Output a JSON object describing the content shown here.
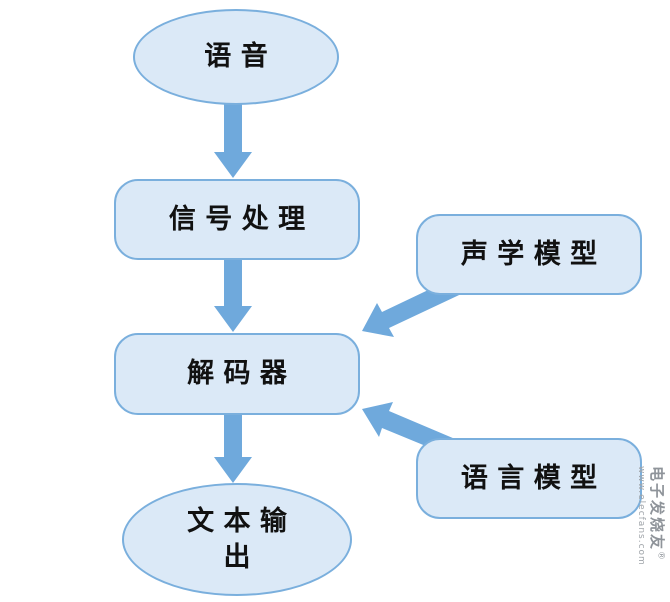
{
  "diagram": {
    "title_semantic": "speech-recognition-flowchart",
    "nodes": {
      "speech": {
        "label": "语 音",
        "shape": "ellipse"
      },
      "signal": {
        "label": "信 号 处 理",
        "shape": "rounded-rect"
      },
      "acoustic": {
        "label": "声 学 模 型",
        "shape": "rounded-rect"
      },
      "decoder": {
        "label": "解 码 器",
        "shape": "rounded-rect"
      },
      "language": {
        "label": "语 言 模 型",
        "shape": "rounded-rect"
      },
      "output": {
        "label": "文 本 输 出",
        "shape": "ellipse"
      }
    },
    "edges": [
      {
        "from": "speech",
        "to": "decoder-via-signal",
        "desc": "speech to signal processing"
      },
      {
        "from": "signal",
        "to": "decoder",
        "desc": "signal processing to decoder"
      },
      {
        "from": "acoustic",
        "to": "decoder",
        "desc": "acoustic model to decoder"
      },
      {
        "from": "language",
        "to": "decoder",
        "desc": "language model to decoder"
      },
      {
        "from": "decoder",
        "to": "output",
        "desc": "decoder to text output"
      }
    ],
    "colors": {
      "node_fill": "#dbe9f7",
      "node_border": "#7aafdd",
      "arrow": "#6fa9dc",
      "text": "#111111"
    }
  },
  "watermark": {
    "brand": "电子发烧友",
    "reg": "®",
    "url": "www.elecfans.com"
  }
}
